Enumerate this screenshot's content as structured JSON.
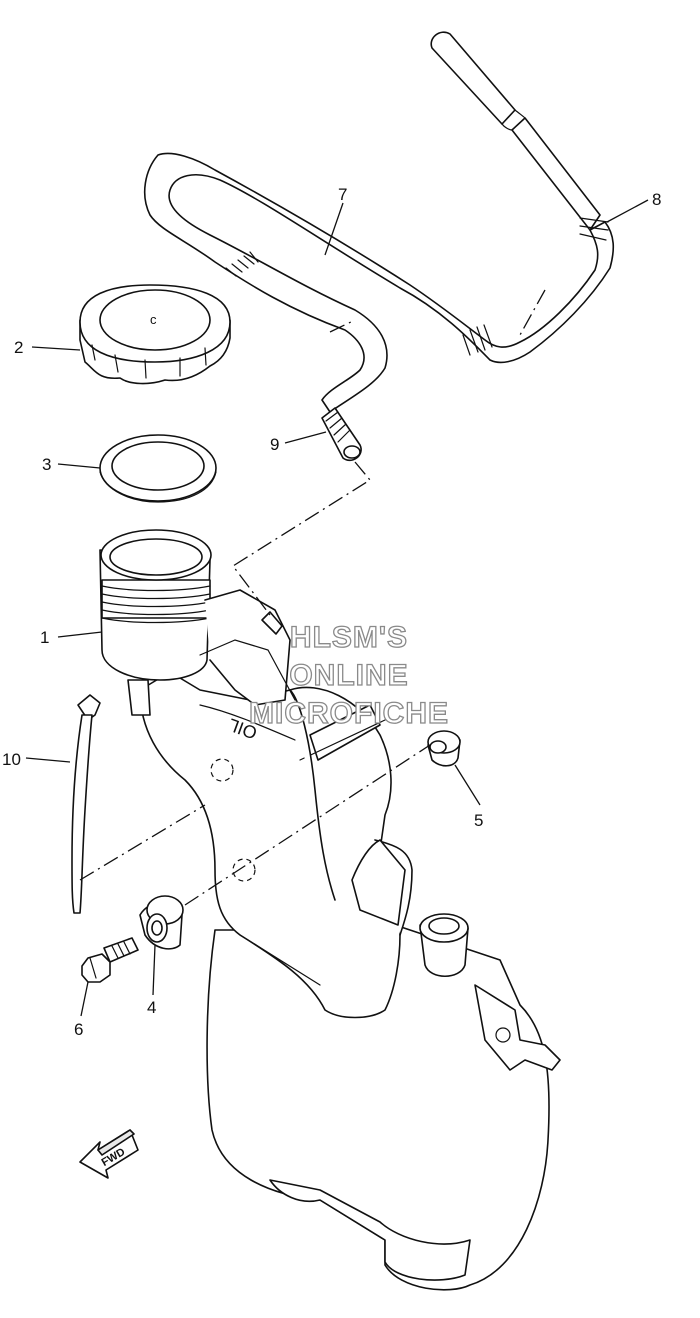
{
  "callouts": {
    "c1": "1",
    "c2": "2",
    "c3": "3",
    "c4": "4",
    "c5": "5",
    "c6": "6",
    "c7": "7",
    "c8": "8",
    "c9": "9",
    "c10": "10"
  },
  "cap_mark": "c",
  "tank_marking": "OIL",
  "direction_arrow": "FWD",
  "watermark": {
    "line1": "HLSM'S",
    "line2": "ONLINE",
    "line3": "MICROFICHE"
  }
}
